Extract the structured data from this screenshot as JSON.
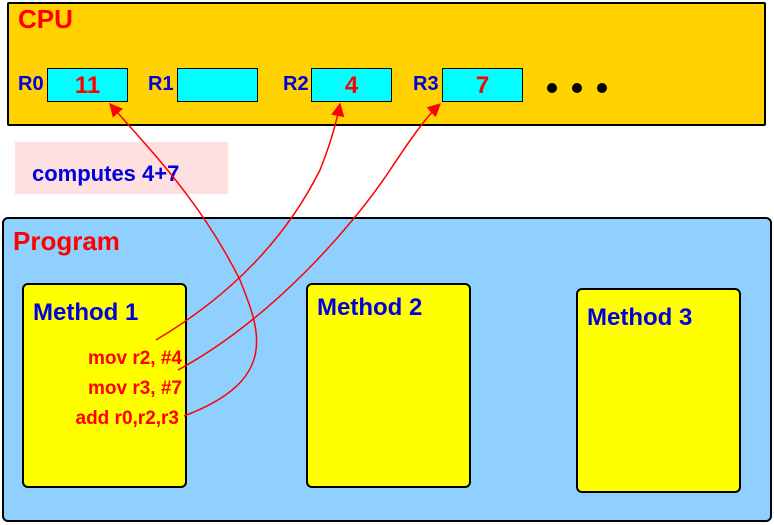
{
  "cpu": {
    "title": "CPU",
    "registers": [
      {
        "label": "R0",
        "value": "11"
      },
      {
        "label": "R1",
        "value": ""
      },
      {
        "label": "R2",
        "value": "4"
      },
      {
        "label": "R3",
        "value": "7"
      }
    ],
    "ellipsis_icon": "ellipsis-dots-icon"
  },
  "note": "computes 4+7",
  "program": {
    "title": "Program",
    "methods": [
      {
        "title": "Method 1",
        "code": [
          "mov  r2, #4",
          "mov  r3, #7",
          "add r0,r2,r3"
        ]
      },
      {
        "title": "Method 2"
      },
      {
        "title": "Method 3"
      }
    ]
  },
  "colors": {
    "cpu_bg": "#ffd200",
    "program_bg": "#8fd0ff",
    "method_bg": "#ffff00",
    "register_bg": "#00ffff",
    "title_red": "#ff0000",
    "label_blue": "#0000dd",
    "note_bg": "#ffe0e0",
    "arrow": "#ff0000"
  }
}
